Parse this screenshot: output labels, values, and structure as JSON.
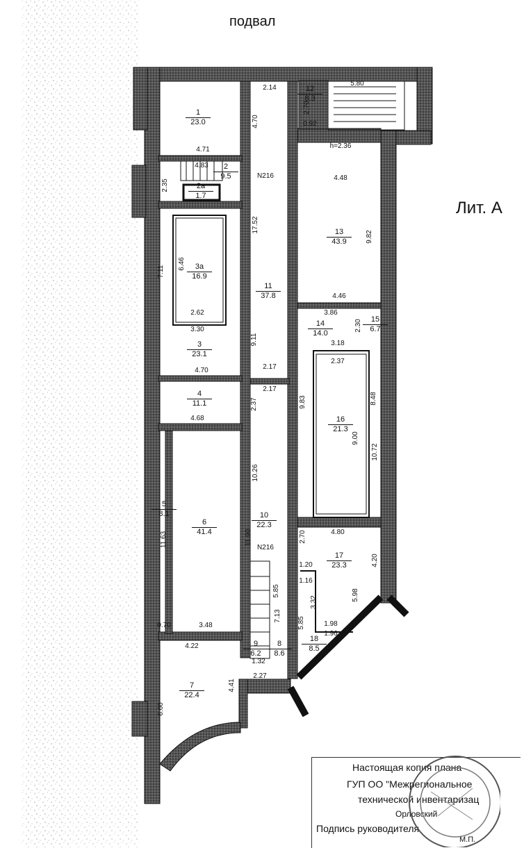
{
  "title": "подвал",
  "lit": "Лит. А",
  "rooms": [
    {
      "id": "r1",
      "num": "1",
      "area": "23.0"
    },
    {
      "id": "r2",
      "num": "2",
      "area": "9.5"
    },
    {
      "id": "r2a",
      "num": "2а",
      "area": "1.7"
    },
    {
      "id": "r3a",
      "num": "3а",
      "area": "16.9"
    },
    {
      "id": "r3",
      "num": "3",
      "area": "23.1"
    },
    {
      "id": "r4",
      "num": "4",
      "area": "11.1"
    },
    {
      "id": "r5",
      "num": "5",
      "area": "8.1"
    },
    {
      "id": "r6",
      "num": "6",
      "area": "41.4"
    },
    {
      "id": "r7",
      "num": "7",
      "area": "22.4"
    },
    {
      "id": "r8",
      "num": "8",
      "area": "8.6"
    },
    {
      "id": "r9",
      "num": "9",
      "area": "6.2"
    },
    {
      "id": "r10",
      "num": "10",
      "area": "22.3"
    },
    {
      "id": "r11",
      "num": "11",
      "area": "37.8"
    },
    {
      "id": "r12",
      "num": "12",
      "area": "8.3"
    },
    {
      "id": "r13",
      "num": "13",
      "area": "43.9"
    },
    {
      "id": "r14",
      "num": "14",
      "area": "14.0"
    },
    {
      "id": "r15",
      "num": "15",
      "area": "6.7"
    },
    {
      "id": "r16",
      "num": "16",
      "area": "21.3"
    },
    {
      "id": "r17",
      "num": "17",
      "area": "23.3"
    },
    {
      "id": "r18",
      "num": "18",
      "area": "8.5"
    }
  ],
  "dims": [
    "2.14",
    "5.80",
    "2.70",
    "0.92",
    "4.70",
    "4.71",
    "4.83",
    "2.35",
    "N216",
    "h=2.36",
    "4.48",
    "17.52",
    "9.82",
    "6.46",
    "7.11",
    "2.62",
    "3.30",
    "4.46",
    "3.86",
    "2.30",
    "3.18",
    "2.37",
    "9.11",
    "4.70",
    "2.17",
    "2.17",
    "2.37",
    "4.68",
    "9.83",
    "8.48",
    "10.72",
    "9.00",
    "10.26",
    "11.63",
    "11.90",
    "4.80",
    "2.70",
    "N216",
    "1.20",
    "1.16",
    "4.20",
    "5.98",
    "3.32",
    "5.85",
    "7.13",
    "1.98",
    "1.96",
    "5.85",
    "0.70",
    "3.48",
    "4.22",
    "1.32",
    "2.27",
    "4.41",
    "6.60"
  ],
  "stamp": {
    "line1": "Настоящая  копия плана",
    "line2": "ГУП ОО \"Межрегиональное",
    "line3": "технической инвентаризац",
    "line4": "Орловский",
    "line5": "Подпись руководителя",
    "line6": "М.П."
  }
}
